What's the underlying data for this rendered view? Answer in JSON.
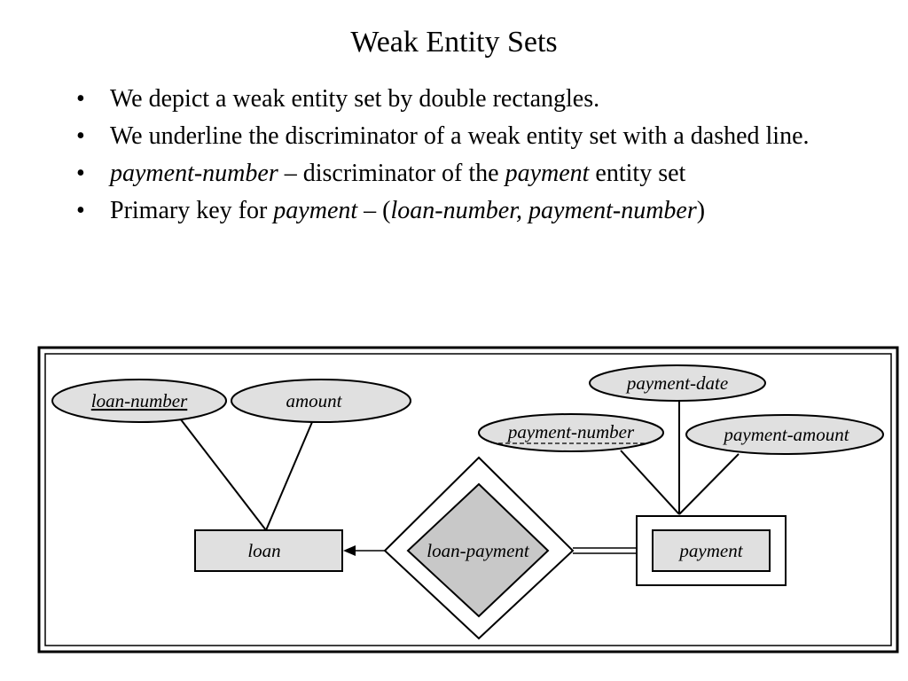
{
  "slide": {
    "title": "Weak Entity Sets"
  },
  "bullets": {
    "bullet_char": "•",
    "b1": "We depict a weak entity set by double rectangles.",
    "b2": "We underline the discriminator of a weak entity set  with a dashed line.",
    "b3_part1": "payment-number",
    "b3_part2": " – discriminator of the ",
    "b3_part3": "payment",
    "b3_part4": " entity set",
    "b4_part1": "Primary key for ",
    "b4_part2": "payment",
    "b4_part3": " – (",
    "b4_part4": "loan-number, payment-number",
    "b4_part5": ")"
  },
  "diagram": {
    "attributes": {
      "loan_number": "loan-number",
      "amount": "amount",
      "payment_date": "payment-date",
      "payment_number": "payment-number",
      "payment_amount": "payment-amount"
    },
    "entities": {
      "loan": "loan",
      "payment": "payment"
    },
    "relationship": {
      "loan_payment": "loan-payment"
    },
    "colors": {
      "fill": "#e0e0e0",
      "diamond_fill": "#c8c8c8",
      "stroke": "#000000"
    }
  }
}
